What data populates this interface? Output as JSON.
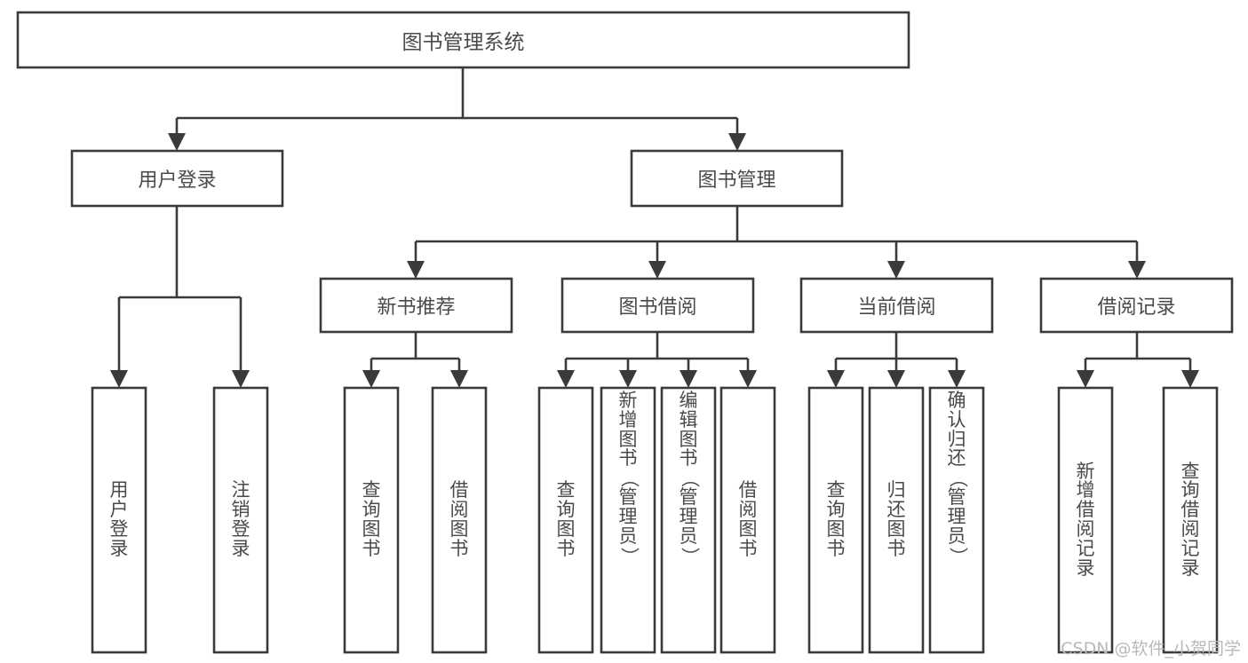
{
  "diagram": {
    "type": "tree",
    "title": "图书管理系统",
    "watermark": "CSDN @软件_小贺同学",
    "colors": {
      "stroke": "#3a3a3a",
      "fill": "#ffffff",
      "text": "#4a4a4a",
      "watermark": "#b9b9b9",
      "background": "#ffffff"
    },
    "levels": {
      "root": "图书管理系统",
      "level2": [
        "用户登录",
        "图书管理"
      ],
      "level3": [
        "新书推荐",
        "图书借阅",
        "当前借阅",
        "借阅记录"
      ]
    },
    "nodes": {
      "root": {
        "label": "图书管理系统"
      },
      "user_login": {
        "label": "用户登录"
      },
      "book_mgmt": {
        "label": "图书管理"
      },
      "new_book_rec": {
        "label": "新书推荐"
      },
      "book_borrow": {
        "label": "图书借阅"
      },
      "current_borrow": {
        "label": "当前借阅"
      },
      "borrow_record": {
        "label": "借阅记录"
      },
      "leaf_user_login": {
        "label": "用户登录"
      },
      "leaf_logout": {
        "label": "注销登录"
      },
      "leaf_query_book_1": {
        "label": "查询图书"
      },
      "leaf_borrow_book_1": {
        "label": "借阅图书"
      },
      "leaf_query_book_2": {
        "label": "查询图书"
      },
      "leaf_add_book": {
        "label": "新增图书（管理员）"
      },
      "leaf_edit_book": {
        "label": "编辑图书（管理员）"
      },
      "leaf_borrow_book_2": {
        "label": "借阅图书"
      },
      "leaf_query_book_3": {
        "label": "查询图书"
      },
      "leaf_return_book": {
        "label": "归还图书"
      },
      "leaf_confirm_return": {
        "label": "确认归还（管理员）"
      },
      "leaf_add_record": {
        "label": "新增借阅记录"
      },
      "leaf_query_record": {
        "label": "查询借阅记录"
      }
    },
    "edges": [
      {
        "from": "图书管理系统",
        "to": "用户登录"
      },
      {
        "from": "图书管理系统",
        "to": "图书管理"
      },
      {
        "from": "用户登录",
        "to": "用户登录"
      },
      {
        "from": "用户登录",
        "to": "注销登录"
      },
      {
        "from": "图书管理",
        "to": "新书推荐"
      },
      {
        "from": "图书管理",
        "to": "图书借阅"
      },
      {
        "from": "图书管理",
        "to": "当前借阅"
      },
      {
        "from": "图书管理",
        "to": "借阅记录"
      },
      {
        "from": "新书推荐",
        "to": "查询图书"
      },
      {
        "from": "新书推荐",
        "to": "借阅图书"
      },
      {
        "from": "图书借阅",
        "to": "查询图书"
      },
      {
        "from": "图书借阅",
        "to": "新增图书（管理员）"
      },
      {
        "from": "图书借阅",
        "to": "编辑图书（管理员）"
      },
      {
        "from": "图书借阅",
        "to": "借阅图书"
      },
      {
        "from": "当前借阅",
        "to": "查询图书"
      },
      {
        "from": "当前借阅",
        "to": "归还图书"
      },
      {
        "from": "当前借阅",
        "to": "确认归还（管理员）"
      },
      {
        "from": "借阅记录",
        "to": "新增借阅记录"
      },
      {
        "from": "借阅记录",
        "to": "查询借阅记录"
      }
    ]
  }
}
